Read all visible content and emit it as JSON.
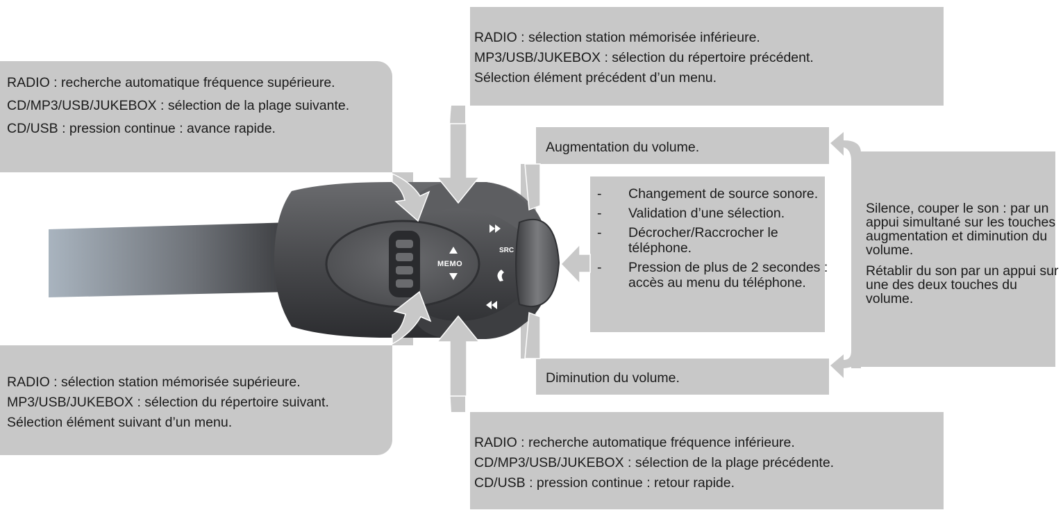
{
  "colors": {
    "panel": "#c8c8c8",
    "arrow": "#c8c8c8",
    "text": "#1a1a1a"
  },
  "top_left": {
    "lines": [
      "RADIO : recherche automatique fréquence supérieure.",
      "CD/MP3/USB/JUKEBOX : sélection de la plage suivante.",
      "CD/USB : pression continue : avance rapide."
    ]
  },
  "top_center": {
    "lines": [
      "RADIO : sélection station mémorisée inférieure.",
      "MP3/USB/JUKEBOX : sélection du répertoire précédent.",
      "Sélection élément précédent d’un menu."
    ]
  },
  "bottom_left": {
    "lines": [
      "RADIO : sélection station mémorisée supérieure.",
      "MP3/USB/JUKEBOX : sélection du répertoire suivant.",
      "Sélection élément suivant d’un menu."
    ]
  },
  "bottom_center": {
    "lines": [
      "RADIO : recherche automatique fréquence inférieure.",
      "CD/MP3/USB/JUKEBOX : sélection de la plage précédente.",
      "CD/USB : pression continue : retour rapide."
    ]
  },
  "volume_up": "Augmentation du volume.",
  "volume_down": "Diminution du volume.",
  "center": {
    "dash": "-",
    "items": [
      "Changement de source sonore.",
      "Validation d’une sélection.",
      "Décrocher/Raccrocher le téléphone.",
      "Pression de plus de 2 secondes : accès au menu du téléphone."
    ]
  },
  "right": {
    "p1": "Silence, couper le son : par un appui simultané sur les touches augmentation et diminution du volume.",
    "p2": "Rétablir du son par un appui sur une des deux touches du volume."
  },
  "control": {
    "memo_label": "MEMO",
    "src_label": "SRC"
  }
}
